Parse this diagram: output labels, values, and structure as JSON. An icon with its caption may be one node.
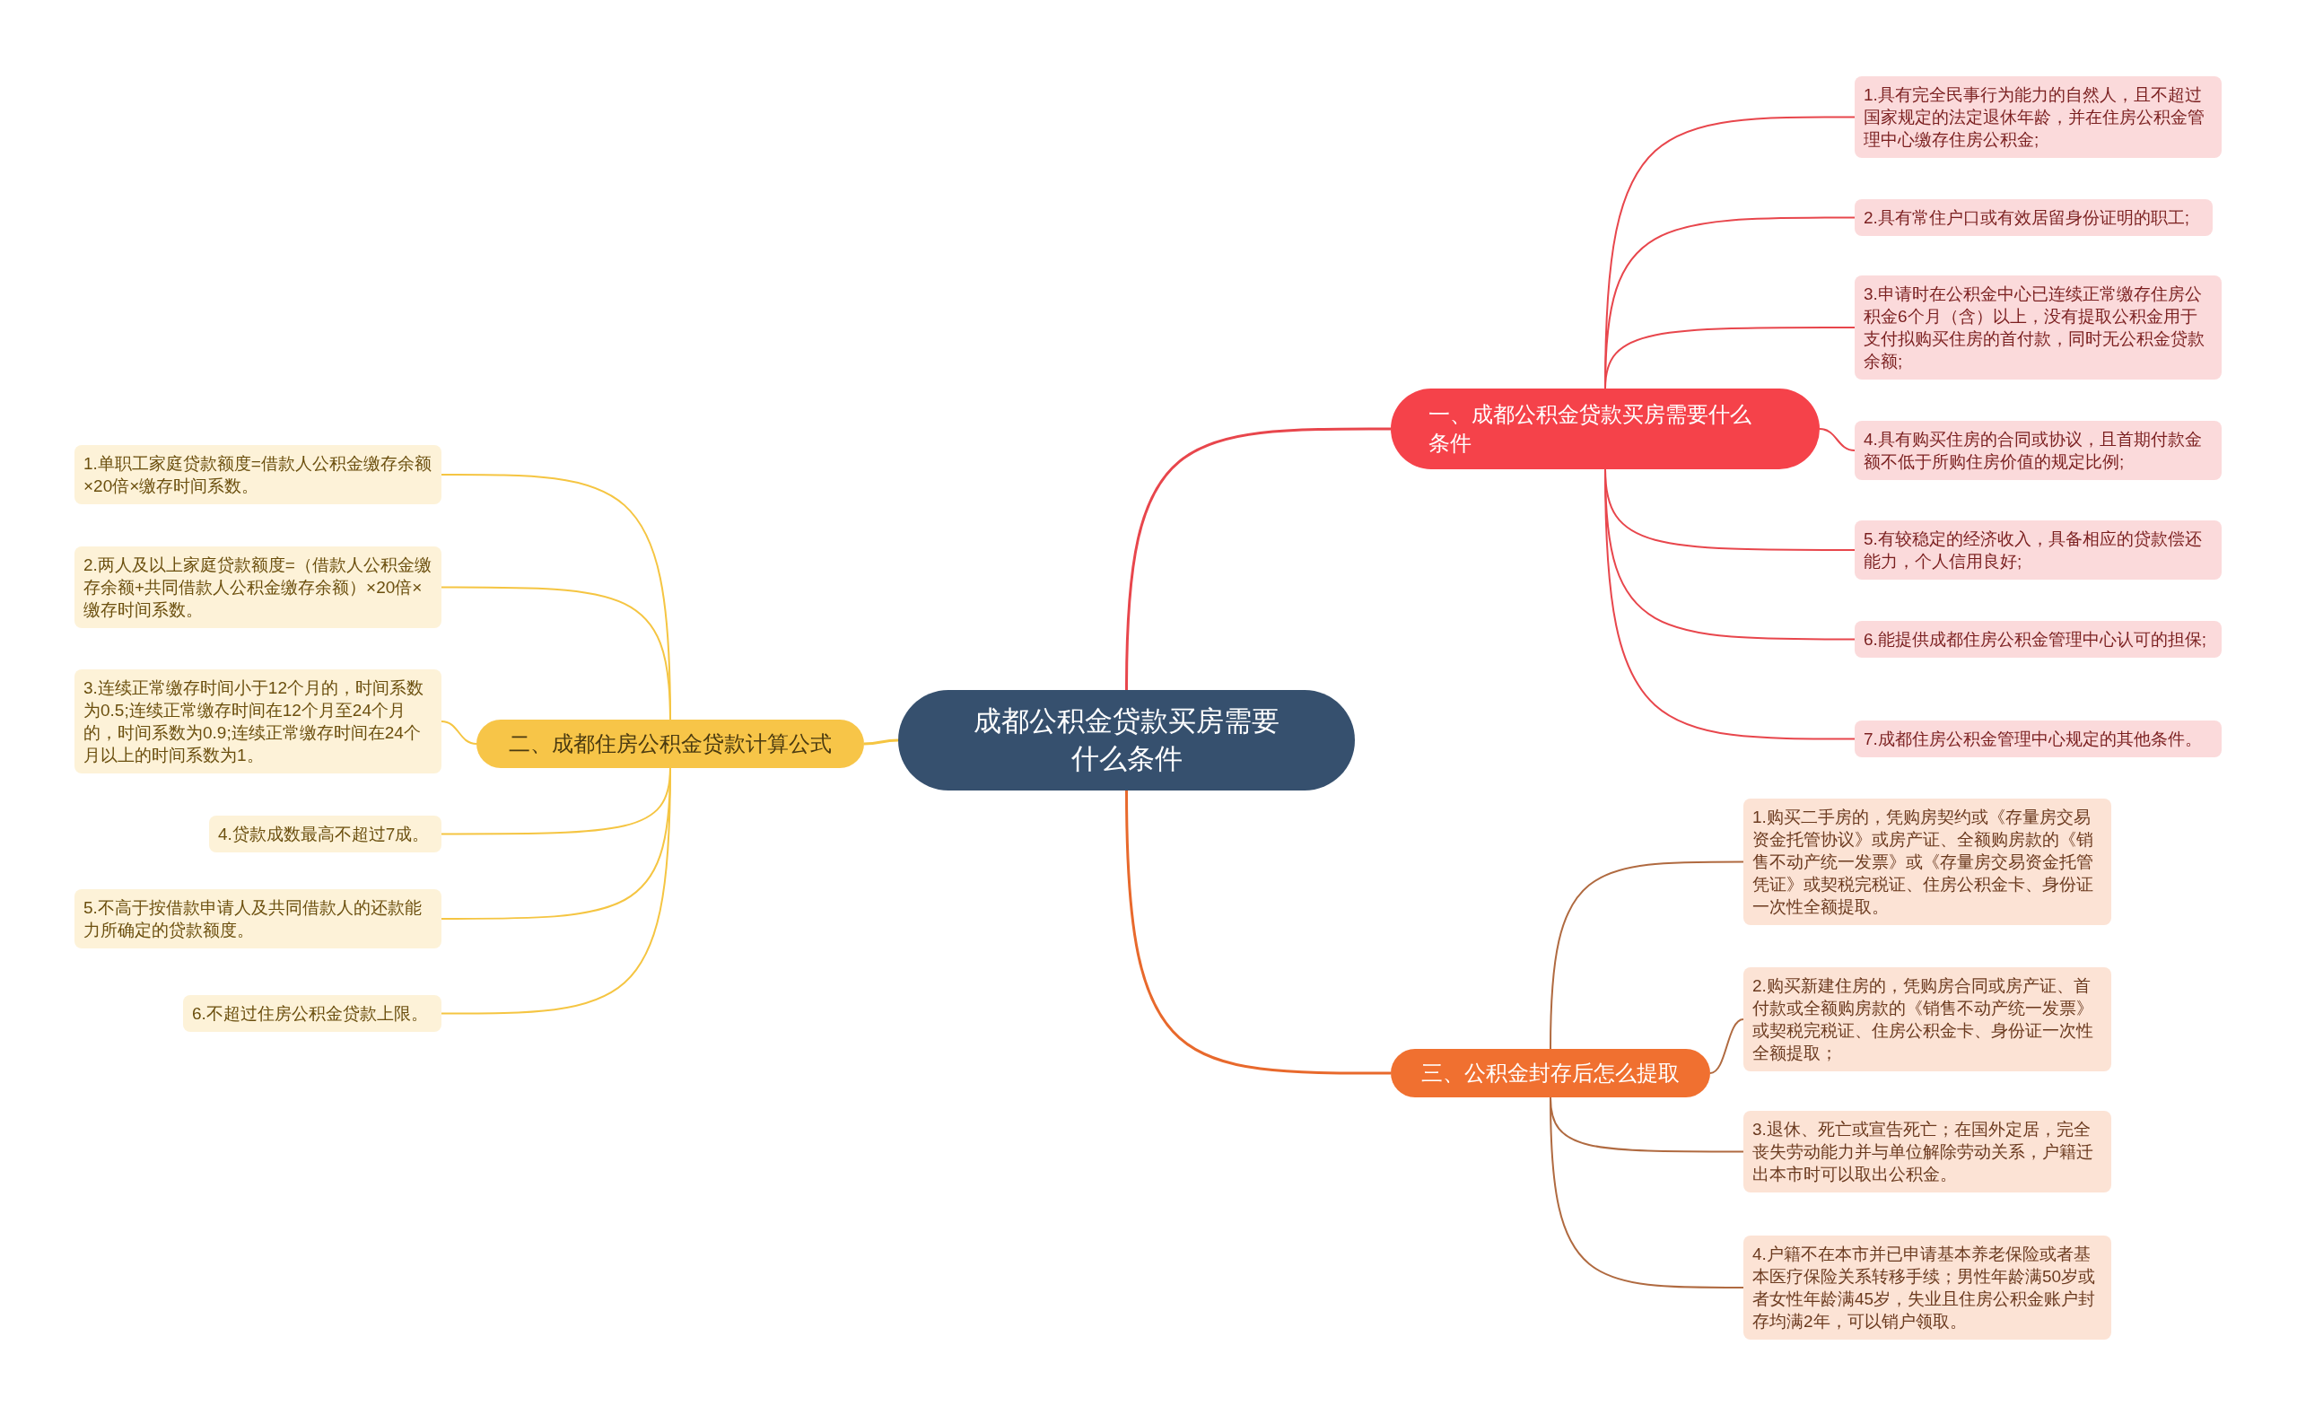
{
  "diagram": {
    "nodes": [
      {
        "text": [
          "成都公积金贷款买房需要什么条件"
        ]
      },
      {
        "text": [
          "一、成都公积金贷款买房需要什么条件"
        ]
      },
      {
        "text": [
          "1.具有完全民事行为能力的自然人，且不超过国家规定的法定退休年龄，并在住房公积金管理中心缴存住房公积金;"
        ]
      },
      {
        "text": [
          "2.具有常住户口或有效居留身份证明的职工;"
        ]
      },
      {
        "text": [
          "3.申请时在公积金中心已连续正常缴存住房公积金6个月（含）以上，没有提取公积金用于支付拟购买住房的首付款，同时无公积金贷款余额;"
        ]
      },
      {
        "text": [
          "4.具有购买住房的合同或协议，且首期付款金额不低于所购住房价值的规定比例;"
        ]
      },
      {
        "text": [
          "5.有较稳定的经济收入，具备相应的贷款偿还能力，个人信用良好;"
        ]
      },
      {
        "text": [
          "6.能提供成都住房公积金管理中心认可的担保;"
        ]
      },
      {
        "text": [
          "7.成都住房公积金管理中心规定的其他条件。"
        ]
      },
      {
        "text": [
          "二、成都住房公积金贷款计算公式"
        ]
      },
      {
        "text": [
          "1.单职工家庭贷款额度=借款人公积金缴存余额×20倍×缴存时间系数。"
        ]
      },
      {
        "text": [
          "2.两人及以上家庭贷款额度=（借款人公积金缴存余额+共同借款人公积金缴存余额）×20倍×缴存时间系数。"
        ]
      },
      {
        "text": [
          "3.连续正常缴存时间小于12个月的，时间系数为0.5;连续正常缴存时间在12个月至24个月的，时间系数为0.9;连续正常缴存时间在24个月以上的时间系数为1。"
        ]
      },
      {
        "text": [
          "4.贷款成数最高不超过7成。"
        ]
      },
      {
        "text": [
          "5.不高于按借款申请人及共同借款人的还款能力所确定的贷款额度。"
        ]
      },
      {
        "text": [
          "6.不超过住房公积金贷款上限。"
        ]
      },
      {
        "text": [
          "三、公积金封存后怎么提取"
        ]
      },
      {
        "text": [
          "1.购买二手房的，凭购房契约或《存量房交易资金托管协议》或房产证、全额购房款的《销售不动产统一发票》或《存量房交易资金托管凭证》或契税完税证、住房公积金卡、身份证一次性全额提取。"
        ]
      },
      {
        "text": [
          "2.购买新建住房的，凭购房合同或房产证、首付款或全额购房款的《销售不动产统一发票》或契税完税证、住房公积金卡、身份证一次性全额提取；"
        ]
      },
      {
        "text": [
          "3.退休、死亡或宣告死亡；在国外定居，完全丧失劳动能力并与单位解除劳动关系，户籍迁出本市时可以取出公积金。"
        ]
      },
      {
        "text": [
          "4.户籍不在本市并已申请基本养老保险或者基本医疗保险关系转移手续；男性年龄满50岁或者女性年龄满45岁，失业且住房公积金账户封存均满2年，可以销户领取。"
        ]
      }
    ],
    "edges": [
      {
        "from": 0,
        "to": 1,
        "arrow": "none"
      },
      {
        "from": 1,
        "to": 2,
        "arrow": "none"
      },
      {
        "from": 1,
        "to": 3,
        "arrow": "none"
      },
      {
        "from": 1,
        "to": 4,
        "arrow": "none"
      },
      {
        "from": 1,
        "to": 5,
        "arrow": "none"
      },
      {
        "from": 1,
        "to": 6,
        "arrow": "none"
      },
      {
        "from": 1,
        "to": 7,
        "arrow": "none"
      },
      {
        "from": 1,
        "to": 8,
        "arrow": "none"
      },
      {
        "from": 0,
        "to": 9,
        "arrow": "none",
        "color": "#f5c542"
      },
      {
        "from": 9,
        "to": 10,
        "arrow": "none",
        "color": "#f5c542"
      },
      {
        "from": 9,
        "to": 11,
        "arrow": "none",
        "color": "#f5c542"
      },
      {
        "from": 9,
        "to": 12,
        "arrow": "none",
        "color": "#f5c542"
      },
      {
        "from": 9,
        "to": 13,
        "arrow": "none",
        "color": "#f5c542"
      },
      {
        "from": 9,
        "to": 14,
        "arrow": "none",
        "color": "#f5c542"
      },
      {
        "from": 9,
        "to": 15,
        "arrow": "none",
        "color": "#f5c542"
      },
      {
        "from": 0,
        "to": 16,
        "arrow": "none",
        "color": "#e8692c"
      },
      {
        "from": 16,
        "to": 17,
        "arrow": "none",
        "color": "#b06a40"
      },
      {
        "from": 16,
        "to": 18,
        "arrow": "none",
        "color": "#b06a40"
      },
      {
        "from": 16,
        "to": 19,
        "arrow": "none",
        "color": "#b06a40"
      },
      {
        "from": 16,
        "to": 20,
        "arrow": "none",
        "color": "#b06a40"
      }
    ]
  }
}
